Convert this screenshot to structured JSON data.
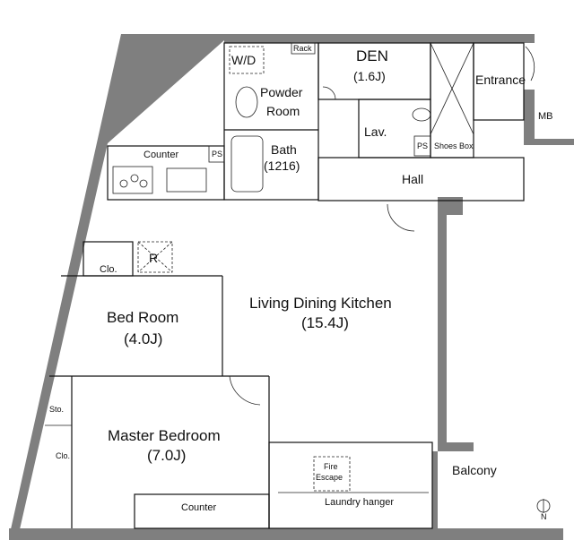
{
  "plan": {
    "rooms": {
      "den_name": "DEN",
      "den_size": "(1.6J)",
      "entrance": "Entrance",
      "mb": "MB",
      "wd": "W/D",
      "rack": "Rack",
      "powder_line1": "Powder",
      "powder_line2": "Room",
      "lav": "Lav.",
      "ps_hall": "PS",
      "shoes_box": "Shoes Box",
      "bath_name": "Bath",
      "bath_size": "(1216)",
      "hall": "Hall",
      "counter_kitchen": "Counter",
      "ps_kitchen": "PS",
      "r_mark": "R",
      "clo_bed": "Clo.",
      "ldk_name": "Living Dining Kitchen",
      "ldk_size": "(15.4J)",
      "bed_name": "Bed Room",
      "bed_size": "(4.0J)",
      "sto": "Sto.",
      "clo_master": "Clo.",
      "master_name": "Master Bedroom",
      "master_size": "(7.0J)",
      "fire_line1": "Fire",
      "fire_line2": "Escape",
      "balcony": "Balcony",
      "counter_master": "Counter",
      "laundry": "Laundry hanger",
      "north": "N"
    }
  }
}
